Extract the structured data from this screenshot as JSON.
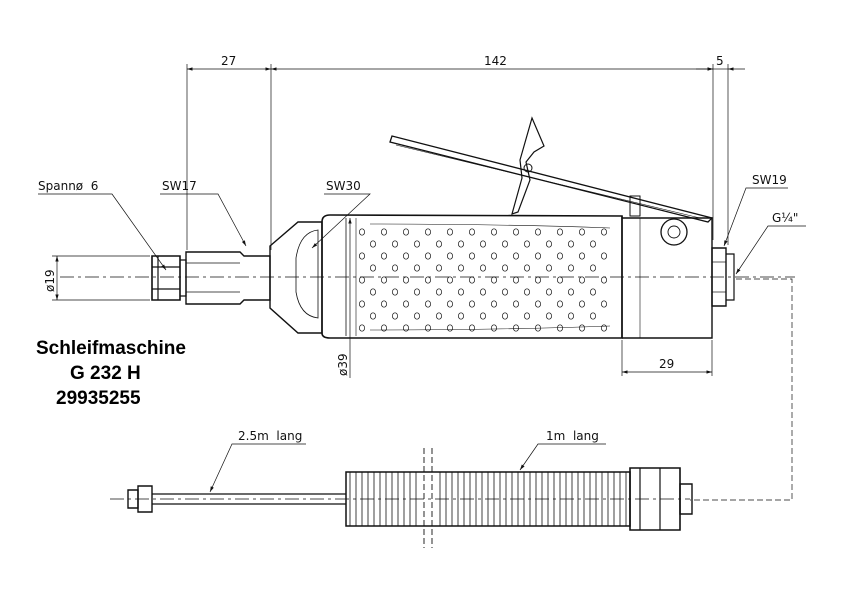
{
  "title": {
    "name": "Schleifmaschine",
    "model": "G 232 H",
    "part_number": "29935255"
  },
  "dimensions": {
    "top_left": "27",
    "top_middle": "142",
    "top_right": "5",
    "motor_length": "29",
    "collet_diameter": "ø19",
    "body_diameter": "ø39"
  },
  "labels": {
    "collet": "Spannø  6",
    "wrench_nose": "SW17",
    "wrench_cone": "SW30",
    "wrench_inlet": "SW19",
    "thread": "G¼\"",
    "hose_long": "2.5m  lang",
    "hose_short": "1m  lang"
  }
}
